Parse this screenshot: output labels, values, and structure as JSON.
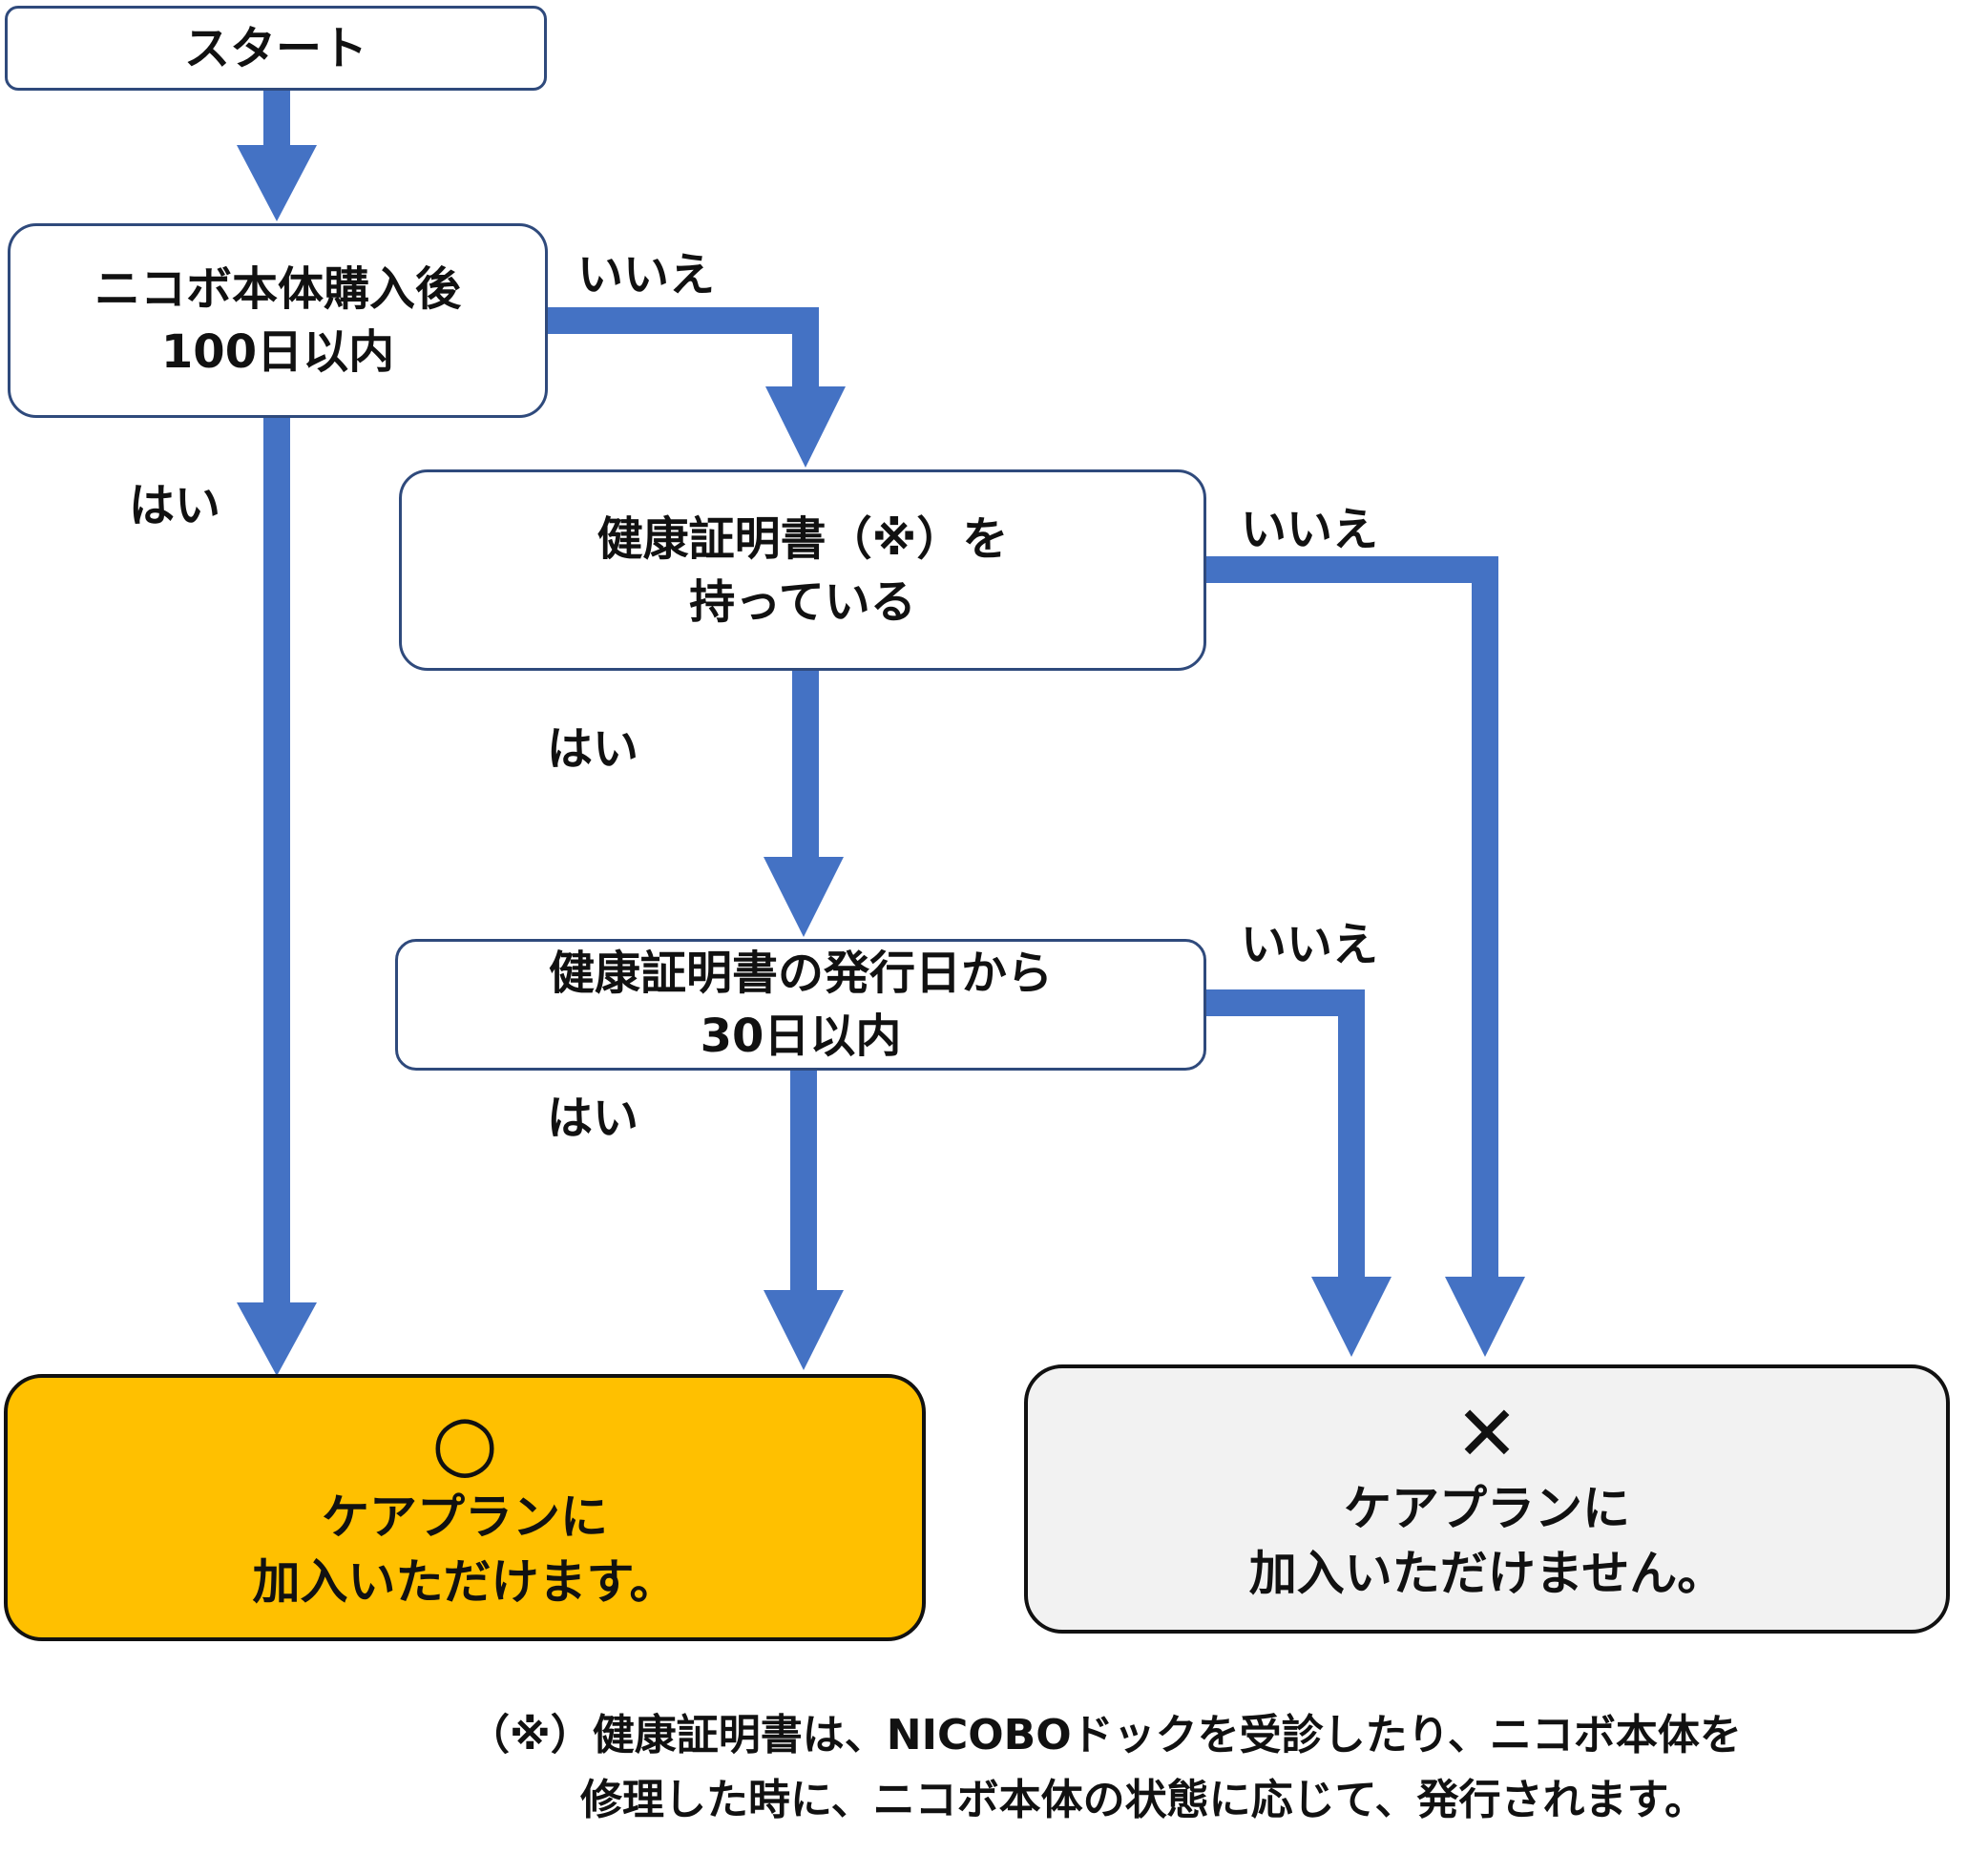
{
  "colors": {
    "arrow": "#4472c4",
    "box_border": "#2f4a7c",
    "ok_fill": "#ffc000",
    "ng_fill": "#f2f2f2"
  },
  "start": {
    "label": "スタート"
  },
  "q1": {
    "line1": "ニコボ本体購入後",
    "line2": "100日以内"
  },
  "q2": {
    "line1": "健康証明書（※）を",
    "line2": "持っている"
  },
  "q3": {
    "line1": "健康証明書の発行日から",
    "line2": "30日以内"
  },
  "labels": {
    "q1_no": "いいえ",
    "q1_yes": "はい",
    "q2_no": "いいえ",
    "q2_yes": "はい",
    "q3_no": "いいえ",
    "q3_yes": "はい"
  },
  "result_ok": {
    "mark": "○",
    "line1": "ケアプランに",
    "line2": "加入いただけます。"
  },
  "result_ng": {
    "mark": "✕",
    "line1": "ケアプランに",
    "line2": "加入いただけません。"
  },
  "footnote": {
    "line1": "（※）健康証明書は、NICOBOドックを受診したり、ニコボ本体を",
    "line2": "修理した時に、ニコボ本体の状態に応じて、発行されます。"
  }
}
